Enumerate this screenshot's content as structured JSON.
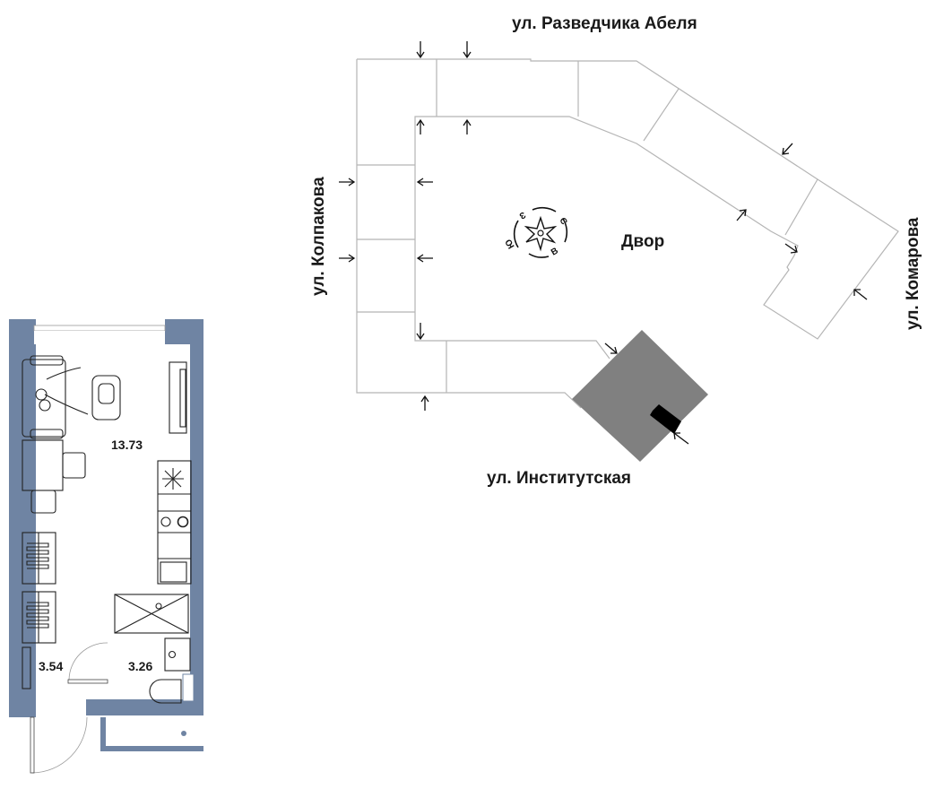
{
  "site_plan": {
    "streets": {
      "north": "ул. Разведчика Абеля",
      "west": "ул. Колпакова",
      "east": "ул. Комарова",
      "south": "ул. Институтская"
    },
    "yard_label": "Двор",
    "compass": {
      "icon": "compass-rose-icon",
      "letters": [
        "С",
        "В",
        "Ю",
        "З"
      ]
    },
    "colors": {
      "building_outline": "#b5b5b5",
      "highlighted_section": "#808080",
      "entrance_marker": "#000000"
    }
  },
  "floor_plan": {
    "rooms": [
      {
        "name": "living-room",
        "area": "13.73"
      },
      {
        "name": "hallway",
        "area": "3.54"
      },
      {
        "name": "bathroom",
        "area": "3.26"
      }
    ],
    "colors": {
      "wall": "#6f84a3",
      "furniture_stroke": "#222222"
    }
  }
}
